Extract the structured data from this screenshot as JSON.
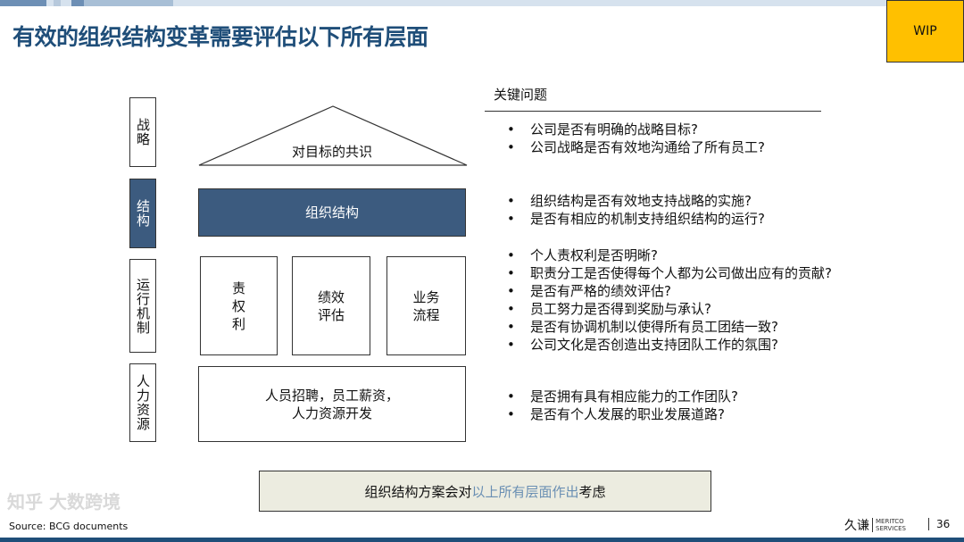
{
  "title": "有效的组织结构变革需要评估以下所有层面",
  "badge": "WIP",
  "layers": {
    "strategy": "战略",
    "structure": "结构",
    "mechanism": "运行机制",
    "hr": "人力资源"
  },
  "diagram": {
    "triangle": "对目标的共识",
    "org": "组织结构",
    "mech_boxes": [
      "责\n权\n利",
      "绩效\n评估",
      "业务\n流程"
    ],
    "hr_box": "人员招聘，员工薪资，\n人力资源开发"
  },
  "key_questions": {
    "heading": "关键问题",
    "groups": [
      [
        "公司是否有明确的战略目标?",
        "公司战略是否有效地沟通给了所有员工?"
      ],
      [
        "组织结构是否有效地支持战略的实施?",
        "是否有相应的机制支持组织结构的运行?"
      ],
      [
        "个人责权利是否明晰?",
        "职责分工是否使得每个人都为公司做出应有的贡献?",
        "是否有严格的绩效评估?",
        "员工努力是否得到奖励与承认?",
        "是否有协调机制以使得所有员工团结一致?",
        "公司文化是否创造出支持团队工作的氛围?"
      ],
      [
        "是否拥有具有相应能力的工作团队?",
        "是否有个人发展的职业发展道路?"
      ]
    ]
  },
  "conclusion": {
    "pre": "组织结构方案会对",
    "highlight": "以上所有层面作出",
    "post": "考虑"
  },
  "bullet": "•",
  "source": "Source: BCG documents",
  "watermark": "知乎 大数跨境",
  "logo": {
    "cn": "久谦",
    "en1": "MERITCO",
    "en2": "SERVICES"
  },
  "page_number": "36",
  "colors": {
    "title": "#1f4e79",
    "dark_box": "#3c5b7f",
    "wip": "#ffc000",
    "conclusion_bg": "#ecece0"
  }
}
